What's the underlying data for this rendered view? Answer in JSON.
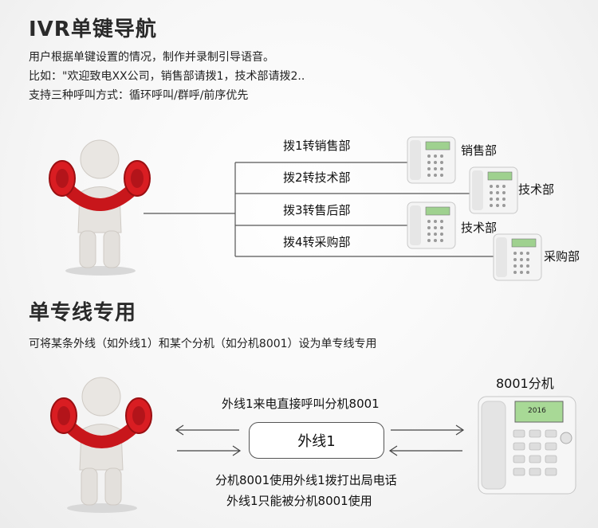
{
  "ivr": {
    "title": "IVR单键导航",
    "desc": [
      "用户根据单键设置的情况，制作并录制引导语音。",
      "比如：\"欢迎致电XX公司，销售部请拨1，技术部请拨2..",
      "支持三种呼叫方式：循环呼叫/群呼/前序优先"
    ],
    "branches": [
      {
        "label": "拨1转销售部",
        "dept": "销售部"
      },
      {
        "label": "拨2转技术部",
        "dept": "技术部"
      },
      {
        "label": "拨3转售后部",
        "dept": "技术部"
      },
      {
        "label": "拨4转采购部",
        "dept": "采购部"
      }
    ]
  },
  "dedicated": {
    "title": "单专线专用",
    "desc": "可将某条外线（如外线1）和某个分机（如分机8001）设为单专线专用",
    "extension_label": "8001分机",
    "line_label": "外线1",
    "incoming_text": "外线1来电直接呼叫分机8001",
    "outgoing_text": "分机8001使用外线1拨打出局电话",
    "restriction_text": "外线1只能被分机8001使用",
    "phone_screen_text": "2016"
  }
}
